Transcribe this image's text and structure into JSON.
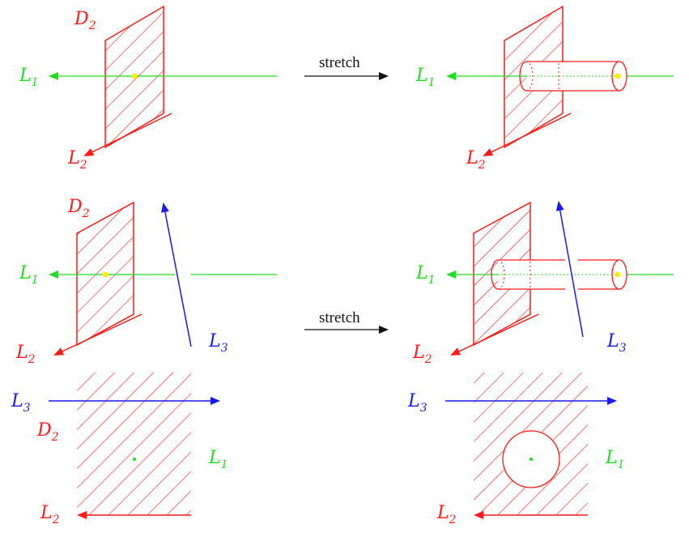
{
  "colors": {
    "red": "#ff1a1a",
    "green": "#22dd22",
    "blue": "#1a1aee",
    "yellow": "#ffee00",
    "black": "#111111"
  },
  "labels": {
    "D": "D",
    "L": "L",
    "sub1": "1",
    "sub2": "2",
    "sub3": "3",
    "stretch": "stretch"
  },
  "panels": [
    {
      "name": "panel-top-left",
      "description_shown": false
    },
    {
      "name": "panel-top-right"
    },
    {
      "name": "panel-middle-left"
    },
    {
      "name": "panel-middle-right"
    },
    {
      "name": "panel-bottom-left"
    },
    {
      "name": "panel-bottom-right"
    }
  ]
}
